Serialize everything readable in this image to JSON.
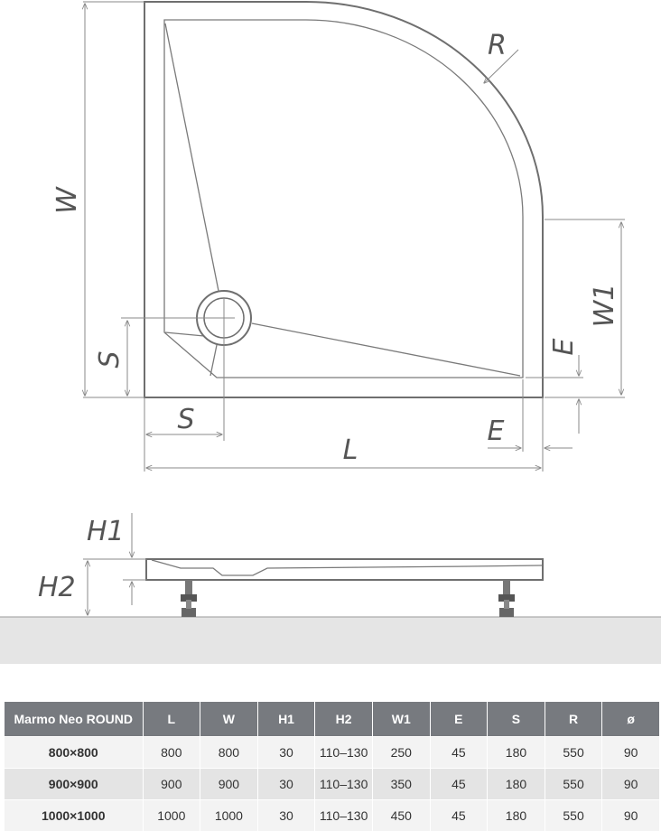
{
  "diagram": {
    "labels": {
      "W": "W",
      "R": "R",
      "W1": "W1",
      "S_vertical": "S",
      "S_horizontal": "S",
      "E_vertical": "E",
      "E_horizontal": "E",
      "L": "L",
      "H1": "H1",
      "H2": "H2"
    },
    "colors": {
      "outline": "#6f6f6f",
      "dimension": "#8a8a8a",
      "floor": "#e5e5e5",
      "table_header": "#777a7f"
    }
  },
  "table": {
    "columns": [
      "Marmo Neo ROUND",
      "L",
      "W",
      "H1",
      "H2",
      "W1",
      "E",
      "S",
      "R",
      "ø"
    ],
    "rows": [
      [
        "800×800",
        "800",
        "800",
        "30",
        "110–130",
        "250",
        "45",
        "180",
        "550",
        "90"
      ],
      [
        "900×900",
        "900",
        "900",
        "30",
        "110–130",
        "350",
        "45",
        "180",
        "550",
        "90"
      ],
      [
        "1000×1000",
        "1000",
        "1000",
        "30",
        "110–130",
        "450",
        "45",
        "180",
        "550",
        "90"
      ]
    ]
  }
}
